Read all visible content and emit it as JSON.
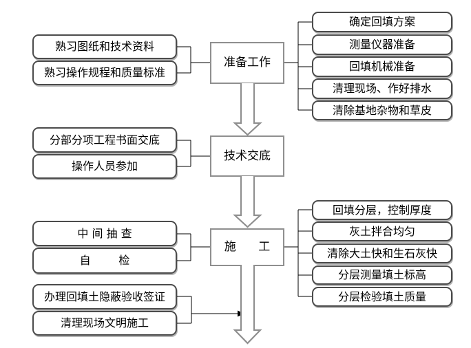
{
  "diagram": {
    "type": "flowchart",
    "language": "zh",
    "center_nodes": [
      {
        "label": "准备工作"
      },
      {
        "label": "技术交底"
      },
      {
        "label": "施      工"
      }
    ],
    "left_groups": [
      {
        "items": [
          "熟习图纸和技术资料",
          "熟习操作规程和质量标准"
        ]
      },
      {
        "items": [
          "分部分项工程书面交底",
          "操作人员参加"
        ]
      },
      {
        "items": [
          "中 间 抽 查",
          "自        检"
        ]
      },
      {
        "items": [
          "办理回填土隐蔽验收签证",
          "清理现场文明施工"
        ]
      }
    ],
    "right_groups": [
      {
        "items": [
          "确定回填方案",
          "测量仪器准备",
          "回填机械准备",
          "清理现场、作好排水",
          "清除基地杂物和草皮"
        ]
      },
      {
        "items": [
          "回填分层，控制厚度",
          "灰土拌合均匀",
          "清除大土快和生石灰快",
          "分层测量填土标高",
          "分层检验填土质量"
        ]
      }
    ],
    "colors": {
      "background": "#ffffff",
      "rounded_box_border": "#4b4b4b",
      "rounded_box_shadow": "#b5b5b5",
      "center_box_border": "#8f8f8f",
      "block_arrow_outline": "#8f8f8f",
      "connector_line": "#000000",
      "text": "#000000"
    }
  }
}
